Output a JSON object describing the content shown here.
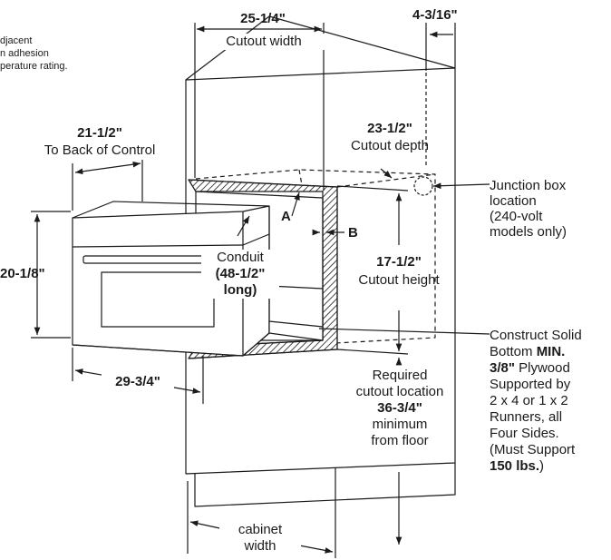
{
  "colors": {
    "line": "#1a1a1a",
    "background": "#ffffff"
  },
  "note": {
    "line1": "djacent",
    "line2": "n adhesion",
    "line3": "perature rating."
  },
  "cutout_width": {
    "value": "25-1/4\"",
    "label": "Cutout width"
  },
  "side_gap": {
    "value": "4-3/16\""
  },
  "back_of_control": {
    "value": "21-1/2\"",
    "label": "To Back of Control"
  },
  "cutout_depth": {
    "value": "23-1/2\"",
    "label": "Cutout depth"
  },
  "junction_box": {
    "line1": "Junction box",
    "line2": "location",
    "line3": "(240-volt",
    "line4": "models only)"
  },
  "marker_a": "A",
  "marker_b": "B",
  "oven_height": {
    "value": "20-1/8\""
  },
  "conduit": {
    "label": "Conduit",
    "length_line1": "(48-1/2\"",
    "length_line2": "long)"
  },
  "cutout_height": {
    "value": "17-1/2\"",
    "label": "Cutout height"
  },
  "oven_width": {
    "value": "29-3/4\""
  },
  "bottom_note": {
    "line1": "Construct Solid",
    "line2_pre": "Bottom ",
    "line2_bold": "MIN.",
    "line3_bold": "3/8\"",
    "line3_post": " Plywood",
    "line4": "Supported by",
    "line5": "2 x 4 or 1 x 2",
    "line6": "Runners, all",
    "line7": "Four Sides.",
    "line8": "(Must Support",
    "line9_bold": "150 lbs.",
    "line9_post": ")"
  },
  "cutout_location": {
    "line1": "Required",
    "line2": "cutout location",
    "value": "36-3/4\"",
    "line4": "minimum",
    "line5": "from floor"
  },
  "cabinet_width": {
    "line1": "cabinet",
    "line2": "width"
  }
}
